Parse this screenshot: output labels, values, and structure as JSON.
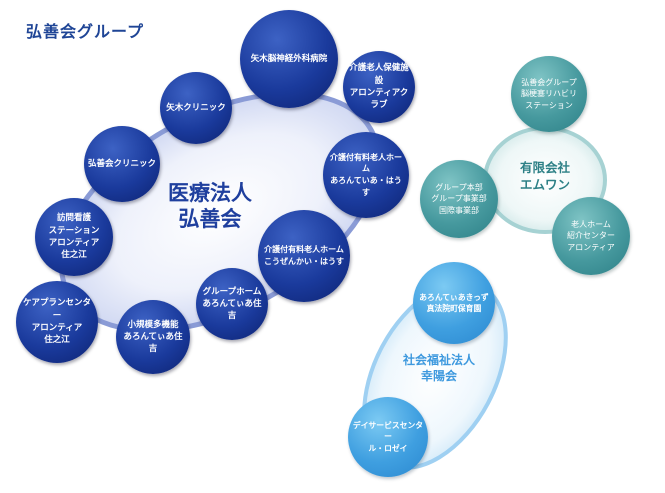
{
  "page_title": "弘善会グループ",
  "colors": {
    "navy": "#1a3a9c",
    "teal": "#46999e",
    "sky": "#3f9fe0",
    "title": "#1f4596"
  },
  "medical_group": {
    "name": "医療法人\n弘善会",
    "nodes": [
      "矢木脳神経外科病院",
      "介護老人保健施設\nアロンティアクラブ",
      "介護付有料老人ホーム\nあろんていあ・はうす",
      "介護付有料老人ホーム\nこうぜんかい・はうす",
      "グループホーム\nあろんてぃあ住吉",
      "小規模多機能\nあろんてぃあ住吉",
      "ケアプランセンター\nアロンティア\n住之江",
      "訪問看護\nステーション\nアロンティア\n住之江",
      "弘善会クリニック",
      "矢木クリニック"
    ]
  },
  "company_group": {
    "name": "有限会社\nエムワン",
    "nodes": [
      "弘善会グループ\n脳梗塞リハビリ\nステーション",
      "老人ホーム\n紹介センター\nアロンティア",
      "グループ本部\nグループ事業部\n国際事業部"
    ]
  },
  "welfare_group": {
    "name": "社会福祉法人\n幸陽会",
    "nodes": [
      "あろんてぃあきっず\n真法院町保育園",
      "デイサービスセンター\nル・ロゼイ"
    ]
  }
}
